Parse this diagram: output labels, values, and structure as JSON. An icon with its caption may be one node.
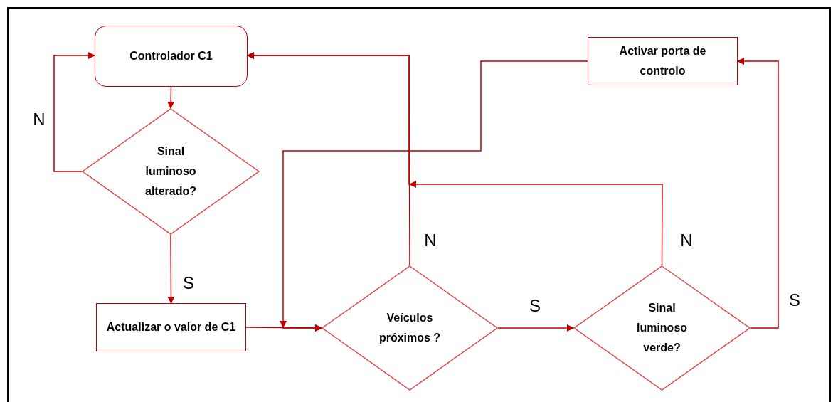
{
  "diagram": {
    "nodes": [
      {
        "text": [
          "Controlador C1"
        ]
      },
      {
        "text": [
          "Sinal luminoso alterado?"
        ]
      },
      {
        "text": [
          "Actualizar o valor de C1"
        ]
      },
      {
        "text": [
          "Veículos próximos ?"
        ]
      },
      {
        "text": [
          "Sinal luminoso verde?"
        ]
      },
      {
        "text": [
          "Activar porta de controlo"
        ]
      }
    ],
    "edges": [
      {
        "from": 0,
        "to": 1,
        "arrow": "to"
      },
      {
        "from": 1,
        "to": 0,
        "arrow": "to",
        "label": "N"
      },
      {
        "from": 1,
        "to": 2,
        "arrow": "to",
        "label": "S"
      },
      {
        "from": 2,
        "to": 3,
        "arrow": "to"
      },
      {
        "from": 3,
        "to": 0,
        "arrow": "to",
        "label": "N"
      },
      {
        "from": 3,
        "to": 4,
        "arrow": "to",
        "label": "S"
      },
      {
        "from": 4,
        "to": 0,
        "arrow": "to",
        "label": "N"
      },
      {
        "from": 4,
        "to": 5,
        "arrow": "to",
        "label": "S"
      },
      {
        "from": 5,
        "to": 3,
        "arrow": "to"
      }
    ]
  }
}
